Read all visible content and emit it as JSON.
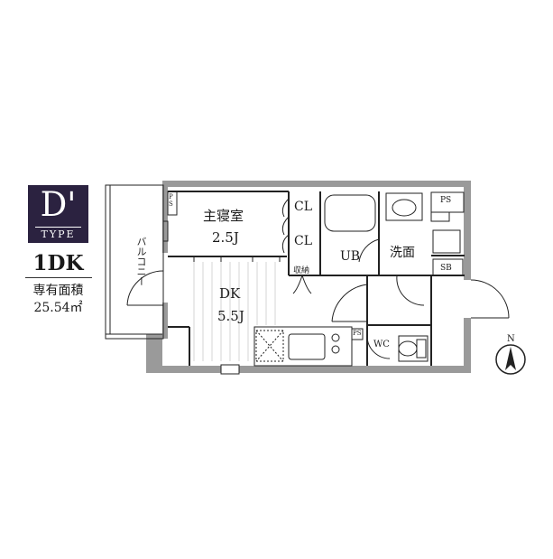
{
  "header": {
    "type_letter": "D'",
    "type_word": "TYPE",
    "layout": "1DK",
    "area_label": "専有面積",
    "area_value": "25.54㎡"
  },
  "rooms": {
    "bedroom_name": "主寝室",
    "bedroom_size": "2.5J",
    "dk_name": "DK",
    "dk_size": "5.5J",
    "closet_1": "CL",
    "closet_2": "CL",
    "storage": "収納",
    "unit_bath": "UB",
    "washroom": "洗面",
    "toilet": "WC",
    "balcony": "バルコニー",
    "ps_bedroom": "PS",
    "ps_wash": "PS",
    "ps_kitchen": "PS",
    "shoe_box": "SB"
  },
  "compass": {
    "label": "N"
  },
  "colors": {
    "badge": "#2b2240",
    "wall": "#9a9a9a"
  }
}
